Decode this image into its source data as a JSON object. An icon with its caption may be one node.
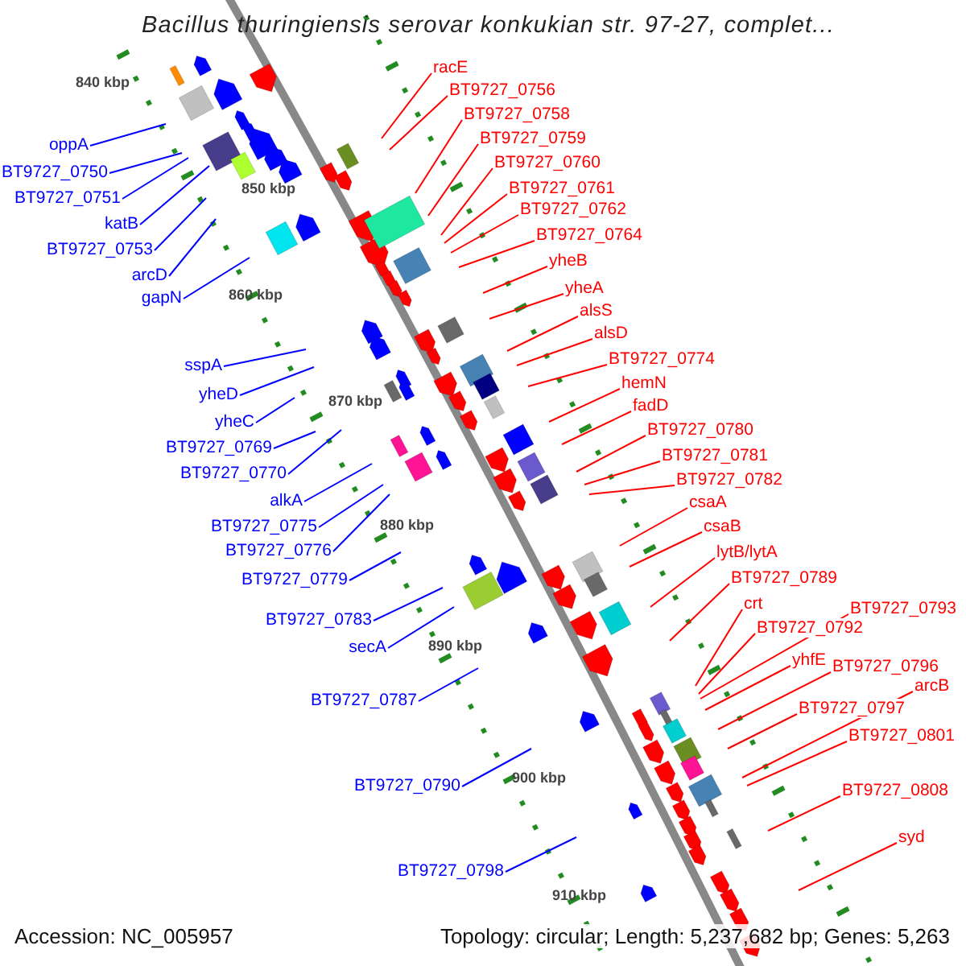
{
  "diagram": {
    "title": "Bacillus thuringiensis serovar konkukian str. 97-27, complet...",
    "nodes": [
      {
        "text": [
          "racE"
        ]
      },
      {
        "text": [
          "BT9727_0756"
        ]
      },
      {
        "text": [
          "oppA"
        ]
      },
      {
        "text": [
          "BT9727_0758"
        ]
      },
      {
        "text": [
          "BT9727_0759"
        ]
      },
      {
        "text": [
          "BT9727_0750"
        ]
      },
      {
        "text": [
          "BT9727_0760"
        ]
      },
      {
        "text": [
          "BT9727_0761"
        ]
      },
      {
        "text": [
          "BT9727_0751"
        ]
      },
      {
        "text": [
          "BT9727_0762"
        ]
      },
      {
        "text": [
          "katB"
        ]
      },
      {
        "text": [
          "BT9727_0764"
        ]
      },
      {
        "text": [
          "BT9727_0753"
        ]
      },
      {
        "text": [
          "yheB"
        ]
      },
      {
        "text": [
          "arcD"
        ]
      },
      {
        "text": [
          "yheA"
        ]
      },
      {
        "text": [
          "gapN"
        ]
      },
      {
        "text": [
          "alsS"
        ]
      },
      {
        "text": [
          "alsD"
        ]
      },
      {
        "text": [
          "BT9727_0774"
        ]
      },
      {
        "text": [
          "sspA"
        ]
      },
      {
        "text": [
          "hemN"
        ]
      },
      {
        "text": [
          "yheD"
        ]
      },
      {
        "text": [
          "fadD"
        ]
      },
      {
        "text": [
          "yheC"
        ]
      },
      {
        "text": [
          "BT9727_0780"
        ]
      },
      {
        "text": [
          "BT9727_0769"
        ]
      },
      {
        "text": [
          "BT9727_0781"
        ]
      },
      {
        "text": [
          "BT9727_0770"
        ]
      },
      {
        "text": [
          "BT9727_0782"
        ]
      },
      {
        "text": [
          "alkA"
        ]
      },
      {
        "text": [
          "csaA"
        ]
      },
      {
        "text": [
          "BT9727_0775"
        ]
      },
      {
        "text": [
          "csaB"
        ]
      },
      {
        "text": [
          "BT9727_0776"
        ]
      },
      {
        "text": [
          "lytB/lytA"
        ]
      },
      {
        "text": [
          "BT9727_0779"
        ]
      },
      {
        "text": [
          "BT9727_0789"
        ]
      },
      {
        "text": [
          "crt"
        ]
      },
      {
        "text": [
          "BT9727_0783"
        ]
      },
      {
        "text": [
          "BT9727_0793"
        ]
      },
      {
        "text": [
          "BT9727_0792"
        ]
      },
      {
        "text": [
          "secA"
        ]
      },
      {
        "text": [
          "yhfE"
        ]
      },
      {
        "text": [
          "BT9727_0796"
        ]
      },
      {
        "text": [
          "arcB"
        ]
      },
      {
        "text": [
          "BT9727_0787"
        ]
      },
      {
        "text": [
          "BT9727_0797"
        ]
      },
      {
        "text": [
          "BT9727_0801"
        ]
      },
      {
        "text": [
          "BT9727_0790"
        ]
      },
      {
        "text": [
          "BT9727_0808"
        ]
      },
      {
        "text": [
          "syd"
        ]
      },
      {
        "text": [
          "BT9727_0798"
        ]
      }
    ],
    "edges": [
      {
        "from": 0,
        "to": null,
        "arrow": "none"
      },
      {
        "from": 1,
        "to": null,
        "arrow": "none"
      },
      {
        "from": 2,
        "to": null,
        "arrow": "none",
        "color": "#0000ff"
      },
      {
        "from": 3,
        "to": null,
        "arrow": "none"
      },
      {
        "from": 4,
        "to": null,
        "arrow": "none"
      },
      {
        "from": 5,
        "to": null,
        "arrow": "none",
        "color": "#0000ff"
      },
      {
        "from": 6,
        "to": null,
        "arrow": "none"
      },
      {
        "from": 7,
        "to": null,
        "arrow": "none"
      },
      {
        "from": 8,
        "to": null,
        "arrow": "none",
        "color": "#0000ff"
      },
      {
        "from": 9,
        "to": null,
        "arrow": "none"
      },
      {
        "from": 10,
        "to": null,
        "arrow": "none",
        "color": "#0000ff"
      },
      {
        "from": 11,
        "to": null,
        "arrow": "none"
      },
      {
        "from": 12,
        "to": null,
        "arrow": "none",
        "color": "#0000ff"
      },
      {
        "from": 13,
        "to": null,
        "arrow": "none"
      },
      {
        "from": 14,
        "to": null,
        "arrow": "none",
        "color": "#0000ff"
      },
      {
        "from": 15,
        "to": null,
        "arrow": "none"
      },
      {
        "from": 16,
        "to": null,
        "arrow": "none",
        "color": "#0000ff"
      },
      {
        "from": 17,
        "to": null,
        "arrow": "none"
      },
      {
        "from": 18,
        "to": null,
        "arrow": "none"
      },
      {
        "from": 19,
        "to": null,
        "arrow": "none"
      },
      {
        "from": 20,
        "to": null,
        "arrow": "none",
        "color": "#0000ff"
      },
      {
        "from": 21,
        "to": null,
        "arrow": "none"
      },
      {
        "from": 22,
        "to": null,
        "arrow": "none",
        "color": "#0000ff"
      },
      {
        "from": 23,
        "to": null,
        "arrow": "none"
      },
      {
        "from": 24,
        "to": null,
        "arrow": "none",
        "color": "#0000ff"
      },
      {
        "from": 25,
        "to": null,
        "arrow": "none"
      },
      {
        "from": 26,
        "to": null,
        "arrow": "none",
        "color": "#0000ff"
      },
      {
        "from": 27,
        "to": null,
        "arrow": "none"
      },
      {
        "from": 28,
        "to": null,
        "arrow": "none",
        "color": "#0000ff"
      },
      {
        "from": 29,
        "to": null,
        "arrow": "none"
      },
      {
        "from": 30,
        "to": null,
        "arrow": "none",
        "color": "#0000ff"
      },
      {
        "from": 31,
        "to": null,
        "arrow": "none"
      },
      {
        "from": 32,
        "to": null,
        "arrow": "none",
        "color": "#0000ff"
      },
      {
        "from": 33,
        "to": null,
        "arrow": "none"
      },
      {
        "from": 34,
        "to": null,
        "arrow": "none",
        "color": "#0000ff"
      },
      {
        "from": 35,
        "to": null,
        "arrow": "none"
      },
      {
        "from": 36,
        "to": null,
        "arrow": "none",
        "color": "#0000ff"
      },
      {
        "from": 37,
        "to": null,
        "arrow": "none"
      },
      {
        "from": 38,
        "to": null,
        "arrow": "none"
      },
      {
        "from": 39,
        "to": null,
        "arrow": "none",
        "color": "#0000ff"
      },
      {
        "from": 40,
        "to": null,
        "arrow": "none"
      },
      {
        "from": 41,
        "to": null,
        "arrow": "none"
      },
      {
        "from": 42,
        "to": null,
        "arrow": "none",
        "color": "#0000ff"
      },
      {
        "from": 43,
        "to": null,
        "arrow": "none"
      },
      {
        "from": 44,
        "to": null,
        "arrow": "none"
      },
      {
        "from": 45,
        "to": null,
        "arrow": "none"
      },
      {
        "from": 46,
        "to": null,
        "arrow": "none",
        "color": "#0000ff"
      },
      {
        "from": 47,
        "to": null,
        "arrow": "none"
      },
      {
        "from": 48,
        "to": null,
        "arrow": "none"
      },
      {
        "from": 49,
        "to": null,
        "arrow": "none",
        "color": "#0000ff"
      },
      {
        "from": 50,
        "to": null,
        "arrow": "none"
      },
      {
        "from": 51,
        "to": null,
        "arrow": "none"
      },
      {
        "from": 52,
        "to": null,
        "arrow": "none",
        "color": "#0000ff"
      }
    ],
    "labels": [
      "840 kbp",
      "850 kbp",
      "860 kbp",
      "870 kbp",
      "880 kbp",
      "890 kbp",
      "900 kbp",
      "910 kbp",
      "Accession: NC_005957",
      "Topology: circular; Length: 5,237,682 bp; Genes: 5,263"
    ]
  }
}
